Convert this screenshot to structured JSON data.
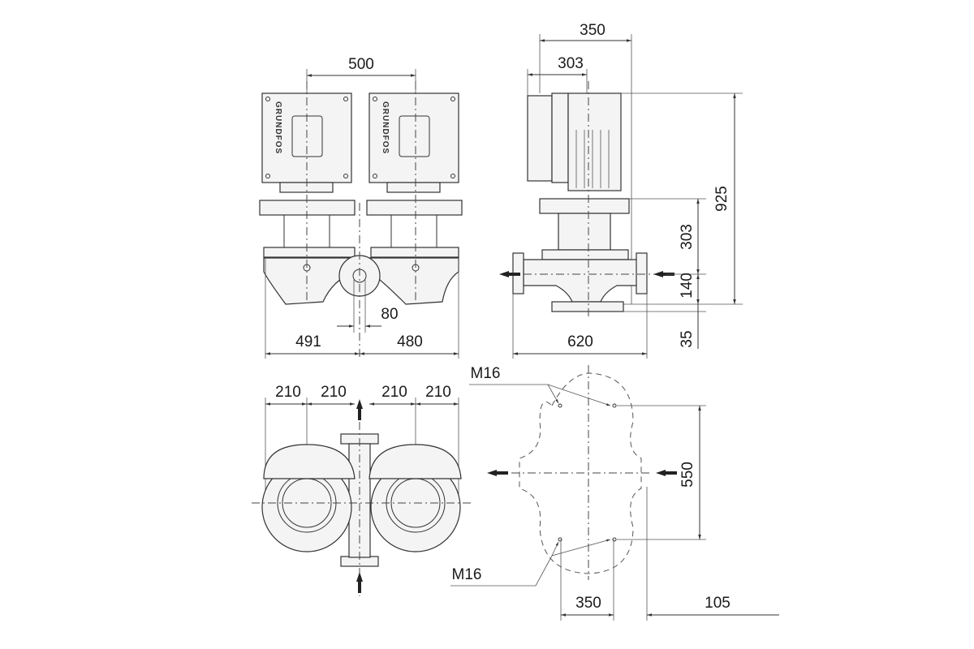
{
  "front_view": {
    "dim_center_distance": "500",
    "dim_left_width": "491",
    "dim_right_width": "480",
    "dim_flange_offset": "80",
    "logo_left": "GRUNDFOS",
    "logo_right": "GRUNDFOS"
  },
  "side_view": {
    "dim_motor_depth": "350",
    "dim_box_depth": "303",
    "dim_total_height": "925",
    "dim_flange_to_stool": "303",
    "dim_port_height": "140",
    "dim_base_height": "35",
    "dim_port_to_port": "620"
  },
  "top_view": {
    "dim_a": "210",
    "dim_b": "210",
    "dim_c": "210",
    "dim_d": "210"
  },
  "foundation_view": {
    "bolt_label_top": "M16",
    "bolt_label_bottom": "M16",
    "dim_bolt_spacing_y": "550",
    "dim_bolt_spacing_x": "350",
    "dim_offset": "105"
  }
}
